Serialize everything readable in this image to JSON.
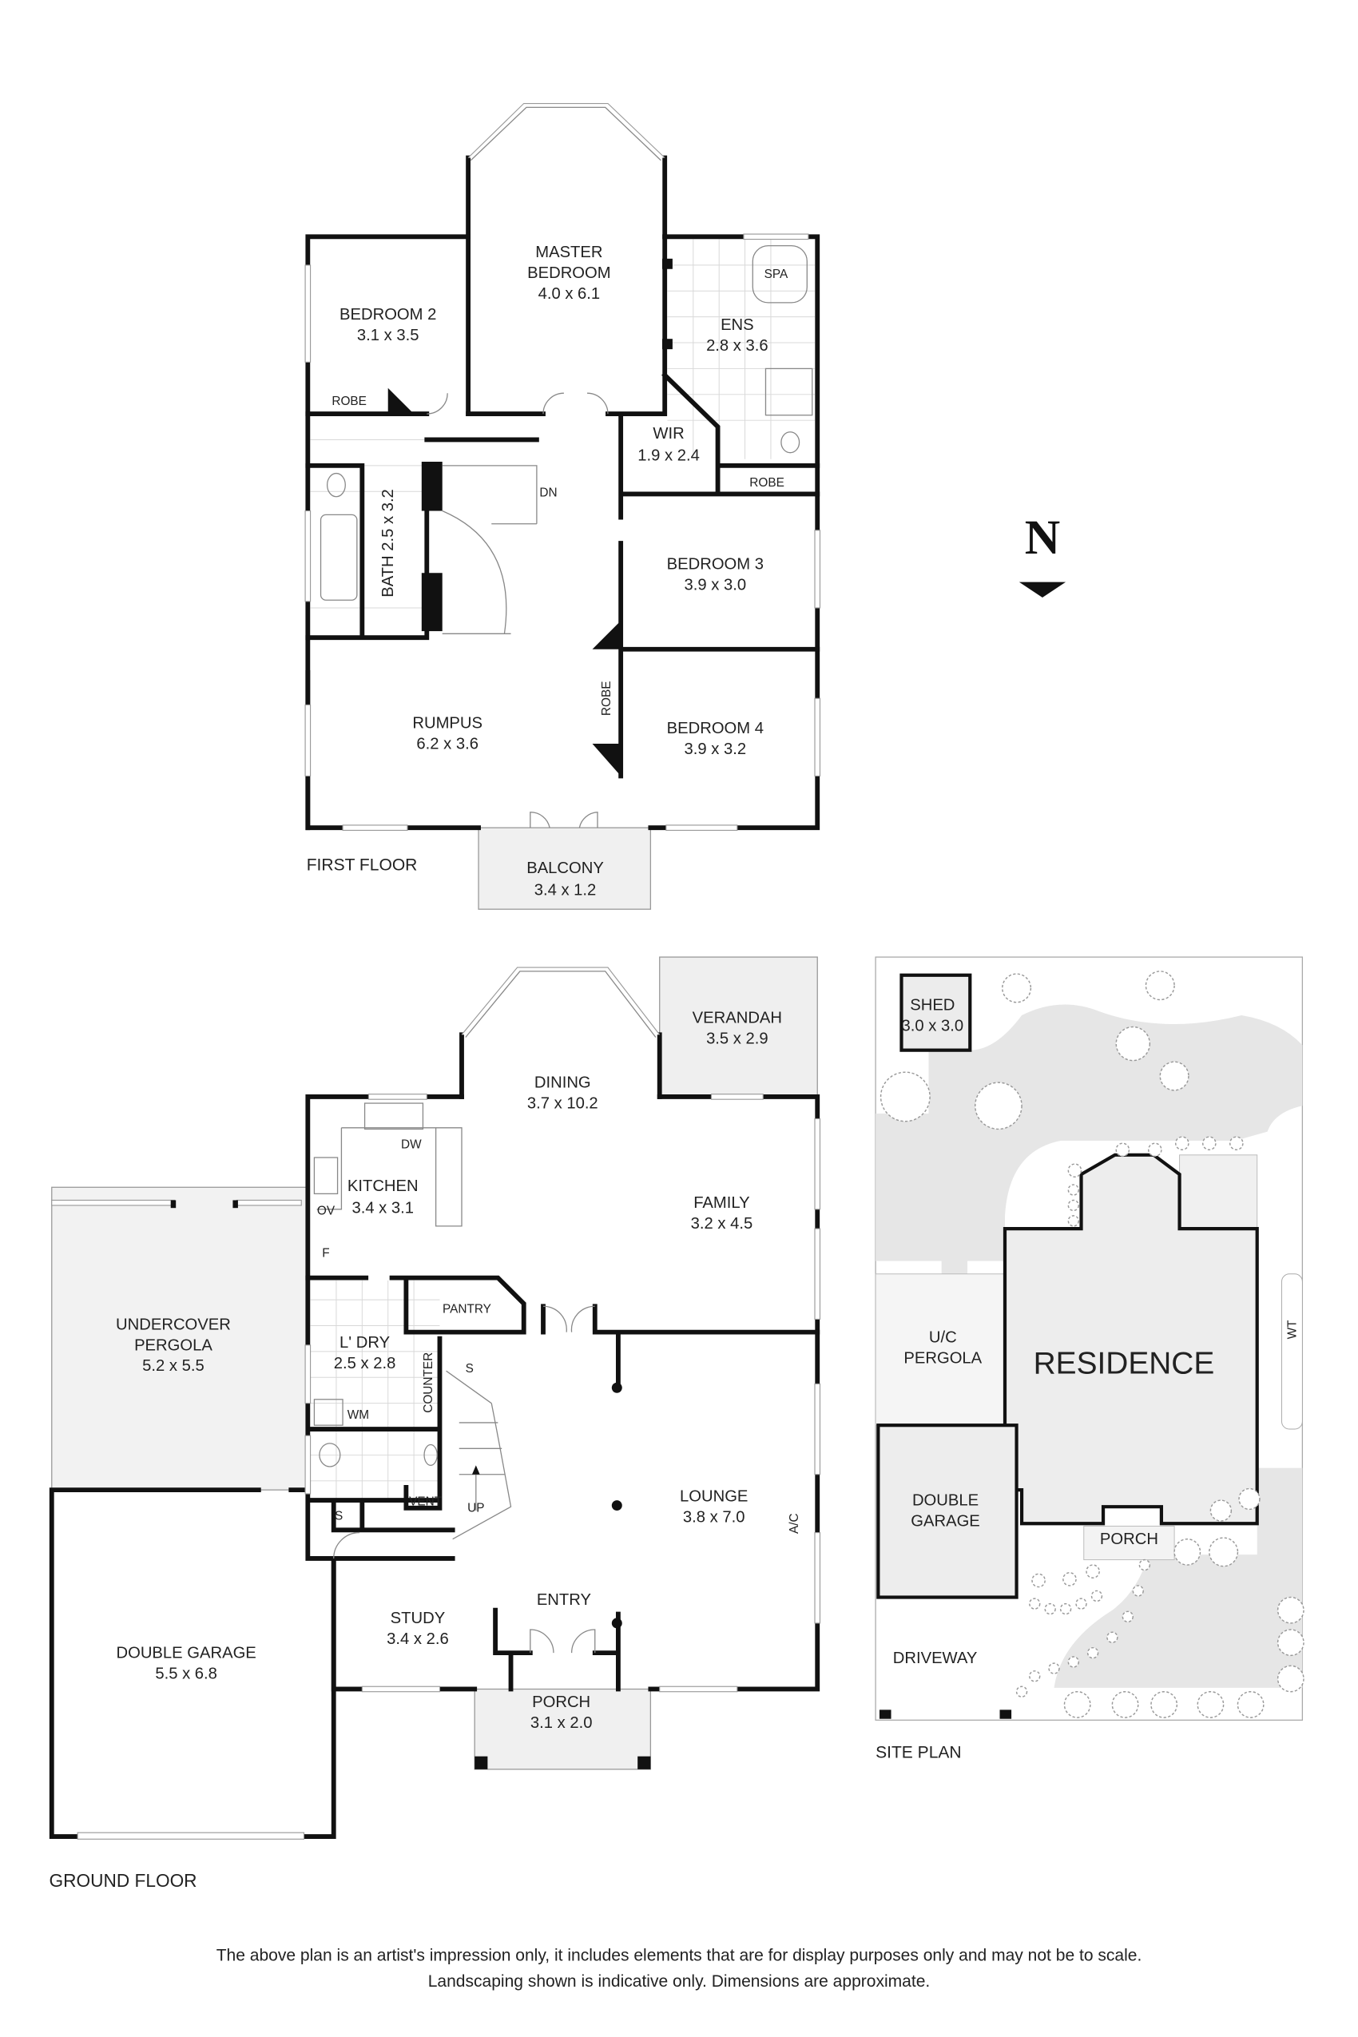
{
  "first_floor": {
    "label": "FIRST FLOOR",
    "master": {
      "line1": "MASTER",
      "line2": "BEDROOM",
      "dims": "4.0 x 6.1"
    },
    "bedroom2": {
      "name": "BEDROOM 2",
      "dims": "3.1 x 3.5"
    },
    "ens": {
      "name": "ENS",
      "dims": "2.8 x 3.6"
    },
    "spa": "SPA",
    "robe1": "ROBE",
    "wir": {
      "name": "WIR",
      "dims": "1.9 x 2.4"
    },
    "robe2": "ROBE",
    "dn": "DN",
    "bath": "BATH 2.5 x 3.2",
    "bedroom3": {
      "name": "BEDROOM 3",
      "dims": "3.9 x 3.0"
    },
    "rumpus": {
      "name": "RUMPUS",
      "dims": "6.2 x 3.6"
    },
    "robe3": "ROBE",
    "bedroom4": {
      "name": "BEDROOM 4",
      "dims": "3.9 x 3.2"
    },
    "balcony": {
      "name": "BALCONY",
      "dims": "3.4 x 1.2"
    }
  },
  "ground_floor": {
    "label": "GROUND FLOOR",
    "verandah": {
      "name": "VERANDAH",
      "dims": "3.5 x 2.9"
    },
    "dining": {
      "name": "DINING",
      "dims": "3.7 x 10.2"
    },
    "dw": "DW",
    "kitchen": {
      "name": "KITCHEN",
      "dims": "3.4 x 3.1"
    },
    "ov": "OV",
    "f": "F",
    "family": {
      "name": "FAMILY",
      "dims": "3.2 x 4.5"
    },
    "pergola": {
      "line1": "UNDERCOVER",
      "line2": "PERGOLA",
      "dims": "5.2 x 5.5"
    },
    "pantry": "PANTRY",
    "laundry": {
      "name": "L' DRY",
      "dims": "2.5 x 2.8"
    },
    "counter": "COUNTER",
    "s1": "S",
    "wm": "WM",
    "vent": "VENT",
    "up": "UP",
    "s2": "S",
    "lounge": {
      "name": "LOUNGE",
      "dims": "3.8 x 7.0"
    },
    "ac": "A/C",
    "study": {
      "name": "STUDY",
      "dims": "3.4 x 2.6"
    },
    "entry": "ENTRY",
    "garage": {
      "name": "DOUBLE GARAGE",
      "dims": "5.5 x 6.8"
    },
    "porch": {
      "name": "PORCH",
      "dims": "3.1 x 2.0"
    }
  },
  "site_plan": {
    "label": "SITE PLAN",
    "shed": {
      "name": "SHED",
      "dims": "3.0 x 3.0"
    },
    "pergola": {
      "line1": "U/C",
      "line2": "PERGOLA"
    },
    "residence": "RESIDENCE",
    "wt": "WT",
    "garage": {
      "line1": "DOUBLE",
      "line2": "GARAGE"
    },
    "porch": "PORCH",
    "driveway": "DRIVEWAY"
  },
  "north": {
    "letter": "N",
    "icon": "north-arrow-icon"
  },
  "disclaimer": {
    "line1": "The above plan is an artist's impression only, it includes elements that are for display purposes only and may not be to scale.",
    "line2": "Landscaping shown is indicative only. Dimensions are approximate."
  },
  "colors": {
    "wall": "#111111",
    "fill_light": "#efefef",
    "landscape": "#e6e6e6"
  }
}
